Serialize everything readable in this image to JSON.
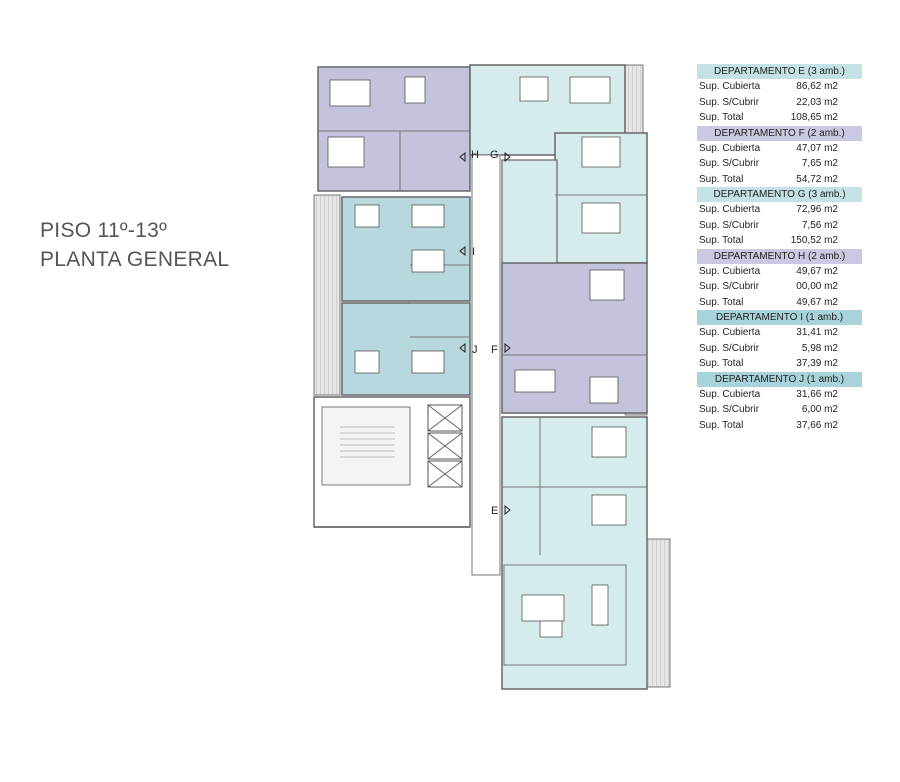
{
  "title": {
    "line1": "PISO 11º-13º",
    "line2": "PLANTA GENERAL"
  },
  "colors": {
    "blue_unit": "#b8d9df",
    "lilac_unit": "#c3c3dc",
    "mint_unit": "#d6ecec",
    "wall": "#7b7b7b",
    "terrace": "#dedede",
    "header_blue": "#bfe0e4",
    "header_lilac": "#c7c7e0"
  },
  "plan_labels": {
    "e": "E",
    "f": "F",
    "g": "G",
    "h": "H",
    "i": "I",
    "j": "J"
  },
  "areas": [
    {
      "header": "DEPARTAMENTO E (3 amb.)",
      "header_color": "#c4e2e6",
      "rows": [
        {
          "label": "Sup. Cubierta",
          "value": "86,62 m2"
        },
        {
          "label": "Sup. S/Cubrir",
          "value": "22,03 m2"
        },
        {
          "label": "Sup. Total",
          "value": "108,65 m2"
        }
      ]
    },
    {
      "header": "DEPARTAMENTO F (2 amb.)",
      "header_color": "#c9c9e1",
      "rows": [
        {
          "label": "Sup. Cubierta",
          "value": "47,07 m2"
        },
        {
          "label": "Sup. S/Cubrir",
          "value": "7,65 m2"
        },
        {
          "label": "Sup. Total",
          "value": "54,72 m2"
        }
      ]
    },
    {
      "header": "DEPARTAMENTO G (3 amb.)",
      "header_color": "#c4e2e6",
      "rows": [
        {
          "label": "Sup. Cubierta",
          "value": "72,96 m2"
        },
        {
          "label": "Sup. S/Cubrir",
          "value": "7,56 m2"
        },
        {
          "label": "Sup. Total",
          "value": "150,52 m2"
        }
      ]
    },
    {
      "header": "DEPARTAMENTO H (2 amb.)",
      "header_color": "#c9c9e1",
      "rows": [
        {
          "label": "Sup. Cubierta",
          "value": "49,67 m2"
        },
        {
          "label": "Sup. S/Cubrir",
          "value": "00,00 m2"
        },
        {
          "label": "Sup. Total",
          "value": "49,67 m2"
        }
      ]
    },
    {
      "header": "DEPARTAMENTO I (1 amb.)",
      "header_color": "#a9d3da",
      "rows": [
        {
          "label": "Sup. Cubierta",
          "value": "31,41 m2"
        },
        {
          "label": "Sup. S/Cubrir",
          "value": "5,98 m2"
        },
        {
          "label": "Sup. Total",
          "value": "37,39 m2"
        }
      ]
    },
    {
      "header": "DEPARTAMENTO J (1 amb.)",
      "header_color": "#a9d3da",
      "rows": [
        {
          "label": "Sup. Cubierta",
          "value": "31,66 m2"
        },
        {
          "label": "Sup. S/Cubrir",
          "value": "6,00 m2"
        },
        {
          "label": "Sup. Total",
          "value": "37,66 m2"
        }
      ]
    }
  ]
}
